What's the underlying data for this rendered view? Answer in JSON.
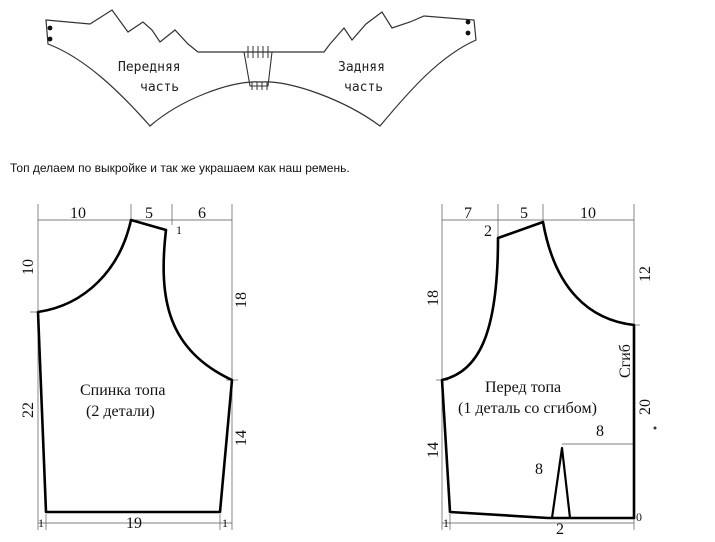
{
  "belt": {
    "front_label": [
      "Передняя",
      "часть"
    ],
    "back_label": [
      "Задняя",
      "часть"
    ]
  },
  "caption": "Топ делаем по выкройке и так же украшаем как наш ремень.",
  "back_piece": {
    "title": [
      "Спинка топа",
      "(2 детали)"
    ],
    "dims": {
      "top_a": "10",
      "top_b": "5",
      "top_c": "6",
      "left_upper": "10",
      "left_lower": "22",
      "right_upper": "18",
      "right_lower": "14",
      "bottom": "19",
      "shoulder_drop": "1",
      "bottom_left_mark": "1",
      "bottom_right_mark": "1"
    }
  },
  "front_piece": {
    "title": [
      "Перед топа",
      "(1 деталь со сгибом)"
    ],
    "fold_label": "Сгиб",
    "dims": {
      "top_a": "7",
      "top_b": "5",
      "top_c": "10",
      "left_upper": "18",
      "left_lower": "14",
      "right_upper": "12",
      "right_lower": "20",
      "shoulder_drop": "2",
      "dart_width": "8",
      "dart_height": "8",
      "dart_base": "2",
      "bottom_left_mark": "1",
      "bottom_right_mark": "0"
    }
  }
}
